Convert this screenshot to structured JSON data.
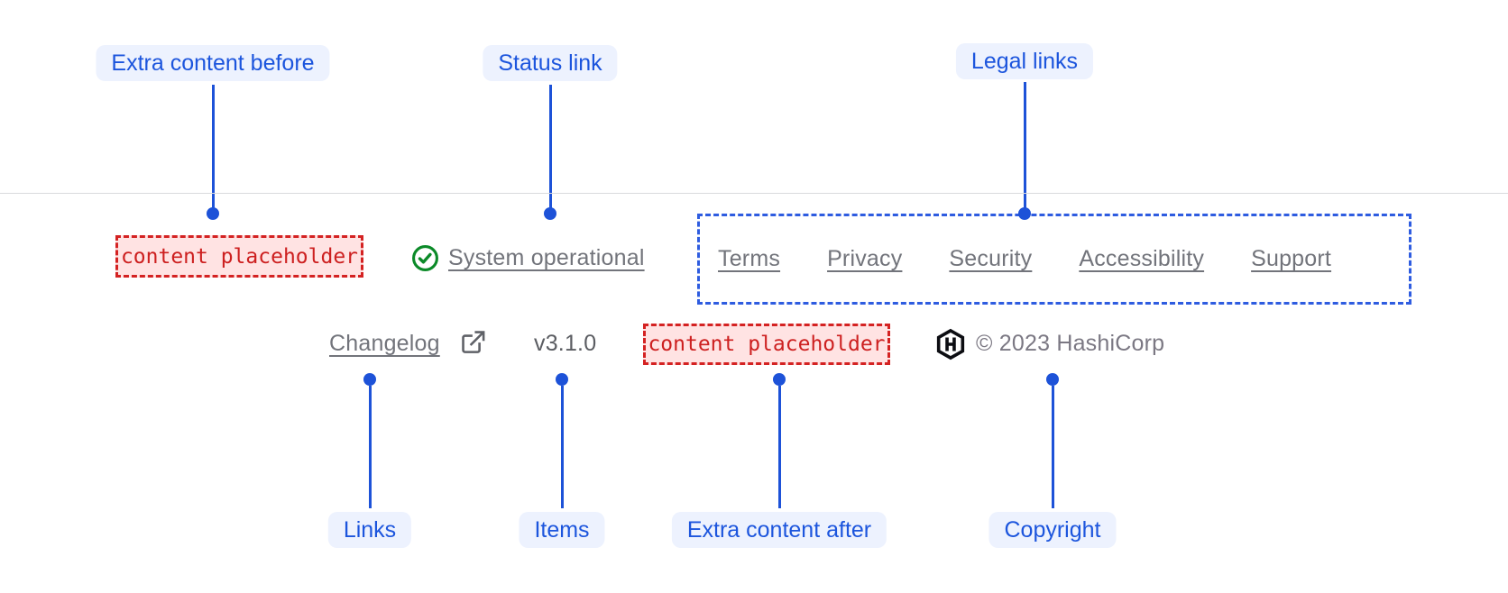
{
  "annotations": {
    "extra_content_before": "Extra content before",
    "status_link": "Status link",
    "legal_links": "Legal links",
    "links": "Links",
    "items": "Items",
    "extra_content_after": "Extra content after",
    "copyright": "Copyright"
  },
  "footer": {
    "extra_content_before_placeholder": "content placeholder",
    "status_link": {
      "label": "System operational",
      "icon": "check-circle-icon"
    },
    "legal_links": [
      "Terms",
      "Privacy",
      "Security",
      "Accessibility",
      "Support"
    ],
    "changelog_link": {
      "label": "Changelog",
      "icon": "external-link-icon"
    },
    "version": "v3.1.0",
    "extra_content_after_placeholder": "content placeholder",
    "copyright": {
      "logo": "hashicorp-logo-icon",
      "text": "© 2023 HashiCorp"
    }
  },
  "colors": {
    "annotation_accent": "#1c55dd",
    "annotation_label_bg": "#edf2fe",
    "connector_blue": "#1d52d8",
    "placeholder_text_red": "#cd2020",
    "placeholder_border_red": "#d42222",
    "placeholder_bg": "#ffe3e3",
    "legal_box_border_blue": "#2e5ce0",
    "status_green": "#0b8a28",
    "muted_text": "#72747b",
    "version_text": "#5b5d62",
    "copyright_text": "#7b7883",
    "logo_black": "#0c0d12",
    "divider_gray": "#d9dadd"
  }
}
